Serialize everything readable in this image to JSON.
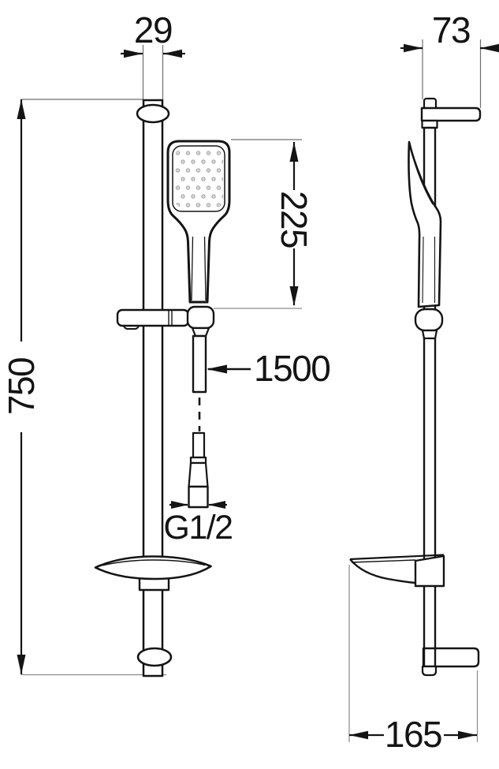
{
  "drawing": {
    "dimensions": {
      "rail_top_width": "29",
      "wall_offset_top": "73",
      "hand_shower_length": "225",
      "hose_length": "1500",
      "rail_length": "750",
      "thread_size": "G1/2",
      "wall_offset_bottom": "165"
    },
    "colors": {
      "line": "#141414",
      "extension_line": "#8a8a8a",
      "nozzle_dots": "#9a9a9a",
      "background": "#ffffff"
    }
  }
}
